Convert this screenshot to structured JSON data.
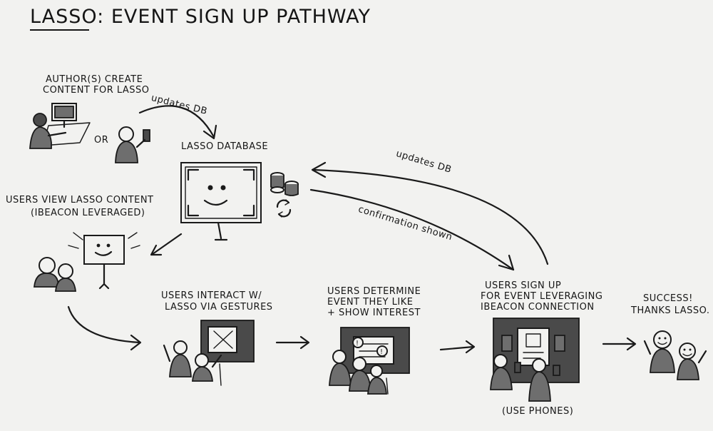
{
  "title": "LASSO: EVENT SIGN UP PATHWAY",
  "labels": {
    "authors_line1": "AUTHOR(S) CREATE",
    "authors_line2": "CONTENT FOR LASSO",
    "or": "OR",
    "updates_db_top": "updates DB",
    "lasso_database": "LASSO DATABASE",
    "updates_db_right": "updates DB",
    "confirmation_shown": "confirmation shown",
    "users_view_line1": "USERS VIEW LASSO CONTENT",
    "users_view_line2": "(IBEACON LEVERAGED)",
    "interact_line1": "USERS INTERACT W/",
    "interact_line2": "LASSO VIA GESTURES",
    "determine_line1": "USERS DETERMINE",
    "determine_line2": "EVENT THEY LIKE",
    "determine_line3": "+ SHOW INTEREST",
    "signup_line1": "USERS SIGN UP",
    "signup_line2": "FOR EVENT LEVERAGING",
    "signup_line3": "IBEACON CONNECTION",
    "use_phones": "(USE PHONES)",
    "success_line1": "SUCCESS!",
    "success_line2": "THANKS LASSO."
  },
  "colors": {
    "background": "#f2f2f0",
    "ink": "#1a1a1a",
    "shading": "#6e6e6e"
  }
}
